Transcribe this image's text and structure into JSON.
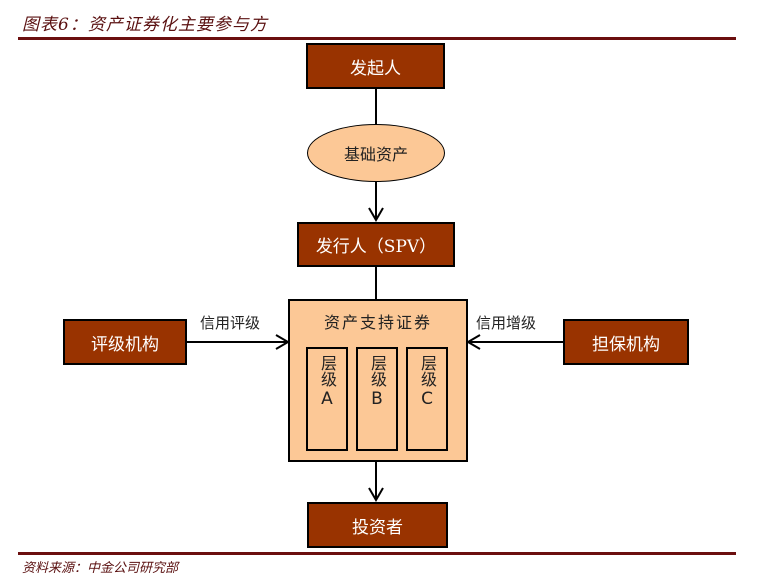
{
  "figure": {
    "title": "图表6：资产证券化主要参与方",
    "source": "资料来源：中金公司研究部"
  },
  "nodes": {
    "originator": "发起人",
    "underlying_assets": "基础资产",
    "issuer": "发行人（SPV）",
    "abs": {
      "label": "资产支持证券",
      "tranches": [
        {
          "label": "层级",
          "letter": "A"
        },
        {
          "label": "层级",
          "letter": "B"
        },
        {
          "label": "层级",
          "letter": "C"
        }
      ]
    },
    "rating_agency": "评级机构",
    "guarantor": "担保机构",
    "investors": "投资者"
  },
  "edges": {
    "rating": "信用评级",
    "enhancement": "信用增级"
  },
  "colors": {
    "box_fill": "#993300",
    "light_fill": "#fcc896",
    "rule": "#6b0f0f"
  }
}
